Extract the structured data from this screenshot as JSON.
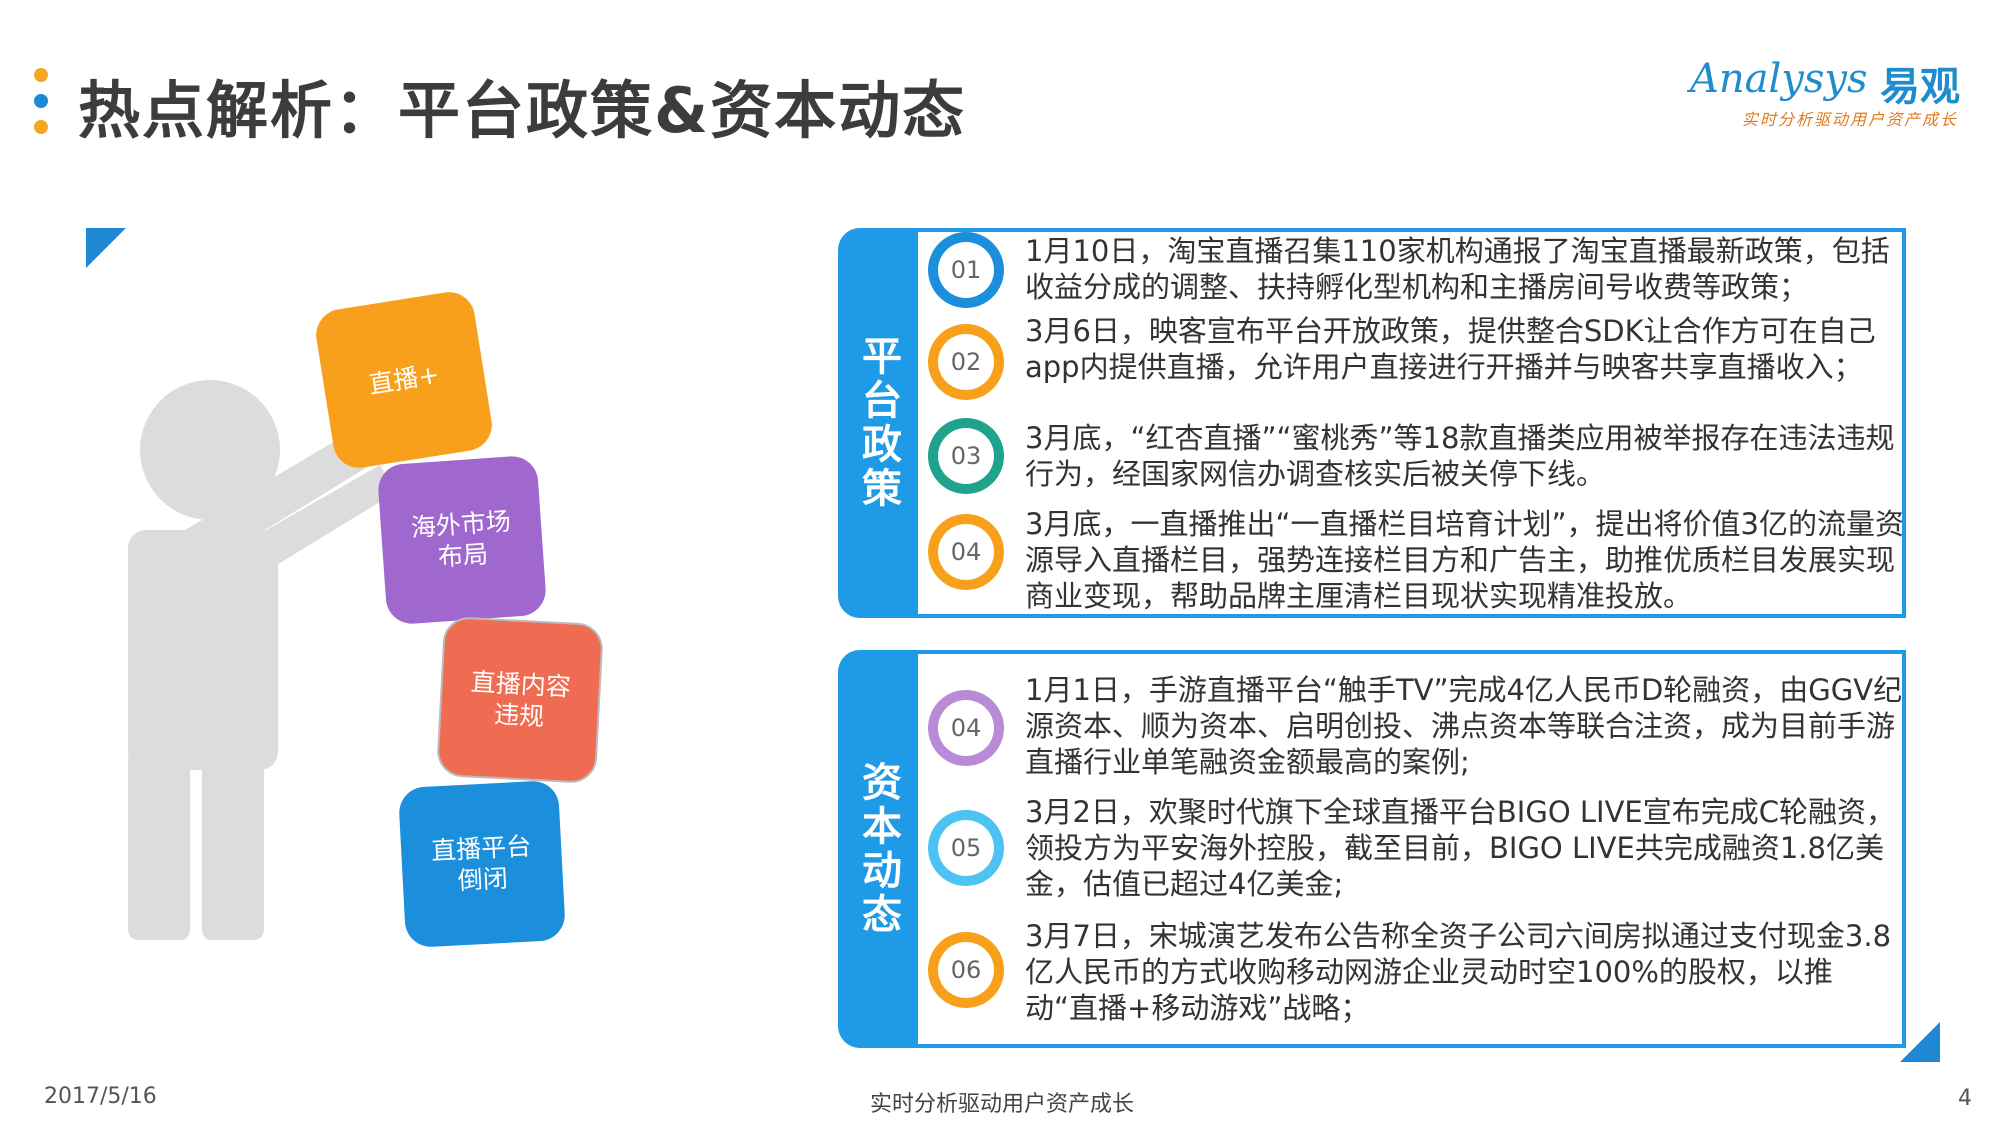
{
  "header": {
    "title": "热点解析：平台政策&资本动态",
    "logo_text": "Analysys",
    "logo_cn": "易观",
    "logo_slogan": "实时分析驱动用户资产成长",
    "dot_colors": [
      "#f6a623",
      "#1e88d4",
      "#f6a623"
    ]
  },
  "illustration": {
    "blocks": [
      {
        "label": "直播+",
        "color": "#f8a01b"
      },
      {
        "label": "海外市场\n布局",
        "color": "#a068cf"
      },
      {
        "label": "直播内容\n违规",
        "color": "#ef6b52"
      },
      {
        "label": "直播平台\n倒闭",
        "color": "#1b8fdc"
      }
    ]
  },
  "panels": {
    "policy": {
      "tab_label": "平台政策",
      "items": [
        {
          "num": "01",
          "color": "#1b8fdc",
          "text": "1月10日，淘宝直播召集110家机构通报了淘宝直播最新政策，包括收益分成的调整、扶持孵化型机构和主播房间号收费等政策；"
        },
        {
          "num": "02",
          "color": "#f8a01b",
          "text": "3月6日，映客宣布平台开放政策，提供整合SDK让合作方可在自己app内提供直播，允许用户直接进行开播并与映客共享直播收入；"
        },
        {
          "num": "03",
          "color": "#1fa38c",
          "text": "3月底，“红杏直播”“蜜桃秀”等18款直播类应用被举报存在违法违规行为，经国家网信办调查核实后被关停下线。"
        },
        {
          "num": "04",
          "color": "#f8a01b",
          "text": "3月底，一直播推出“一直播栏目培育计划”，提出将价值3亿的流量资源导入直播栏目，强势连接栏目方和广告主，助推优质栏目发展实现商业变现，帮助品牌主厘清栏目现状实现精准投放。"
        }
      ]
    },
    "capital": {
      "tab_label": "资本动态",
      "items": [
        {
          "num": "04",
          "color": "#b98ad8",
          "text": "1月1日，手游直播平台“触手TV”完成4亿人民币D轮融资，由GGV纪源资本、顺为资本、启明创投、沸点资本等联合注资，成为目前手游直播行业单笔融资金额最高的案例;"
        },
        {
          "num": "05",
          "color": "#4cc3f2",
          "text": "3月2日，欢聚时代旗下全球直播平台BIGO LIVE宣布完成C轮融资，领投方为平安海外控股，截至目前，BIGO LIVE共完成融资1.8亿美金，估值已超过4亿美金;"
        },
        {
          "num": "06",
          "color": "#f8a01b",
          "text": "3月7日，宋城演艺发布公告称全资子公司六间房拟通过支付现金3.8亿人民币的方式收购移动网游企业灵动时空100%的股权，以推动“直播+移动游戏”战略；"
        }
      ]
    }
  },
  "footer": {
    "date": "2017/5/16",
    "slogan": "实时分析驱动用户资产成长",
    "page": "4"
  },
  "colors": {
    "accent_blue": "#1e9ae6",
    "person_gray": "#dcdcdc"
  }
}
